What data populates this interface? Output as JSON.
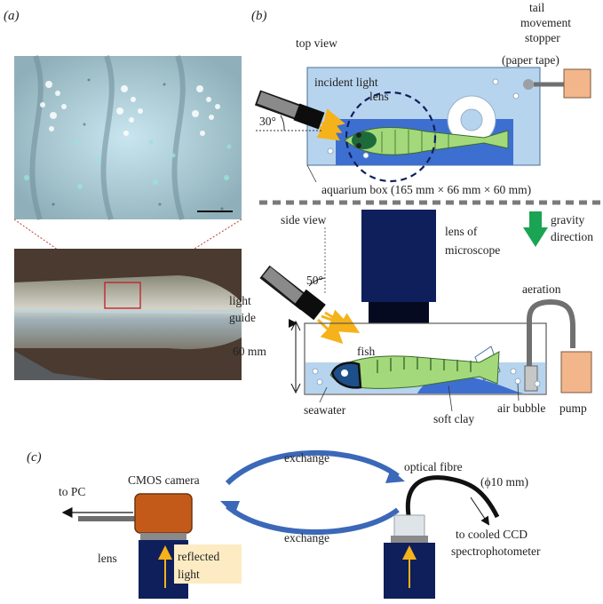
{
  "panels": {
    "a": {
      "label": "(a)"
    },
    "b": {
      "label": "(b)"
    },
    "c": {
      "label": "(c)"
    }
  },
  "top_view": {
    "title": "top view",
    "incident_light": "incident light",
    "lens": "lens",
    "angle": "30°",
    "stopper_line1": "tail",
    "stopper_line2": "movement",
    "stopper_line3": "stopper",
    "stopper_line4": "(paper tape)",
    "aquarium": "aquarium box (165 mm × 66 mm × 60 mm)"
  },
  "side_view": {
    "title": "side view",
    "microscope_line1": "lens of",
    "microscope_line2": "microscope",
    "gravity_line1": "gravity",
    "gravity_line2": "direction",
    "angle": "50°",
    "light_guide_line1": "light",
    "light_guide_line2": "guide",
    "aeration": "aeration",
    "height": "60 mm",
    "fish": "fish",
    "seawater": "seawater",
    "soft_clay": "soft clay",
    "air_bubble": "air bubble",
    "pump": "pump"
  },
  "panel_c": {
    "to_pc": "to PC",
    "camera": "CMOS camera",
    "exchange_top": "exchange",
    "exchange_bottom": "exchange",
    "optical_fibre": "optical fibre",
    "diameter_symbol": "ϕ",
    "diameter_value": "(ϕ10 mm)",
    "lens": "lens",
    "reflected_line1": "reflected",
    "reflected_line2": "light",
    "ccd_line1": "to cooled CCD",
    "ccd_line2": "spectrophotometer"
  },
  "colors": {
    "box_fill": "#b7d4ef",
    "water": "#3d6fd0",
    "navy": "#0f1f5c",
    "pump": "#f3b58a",
    "camera": "#c45a1a",
    "light": "#f6b21a",
    "gravity": "#1aa454"
  }
}
